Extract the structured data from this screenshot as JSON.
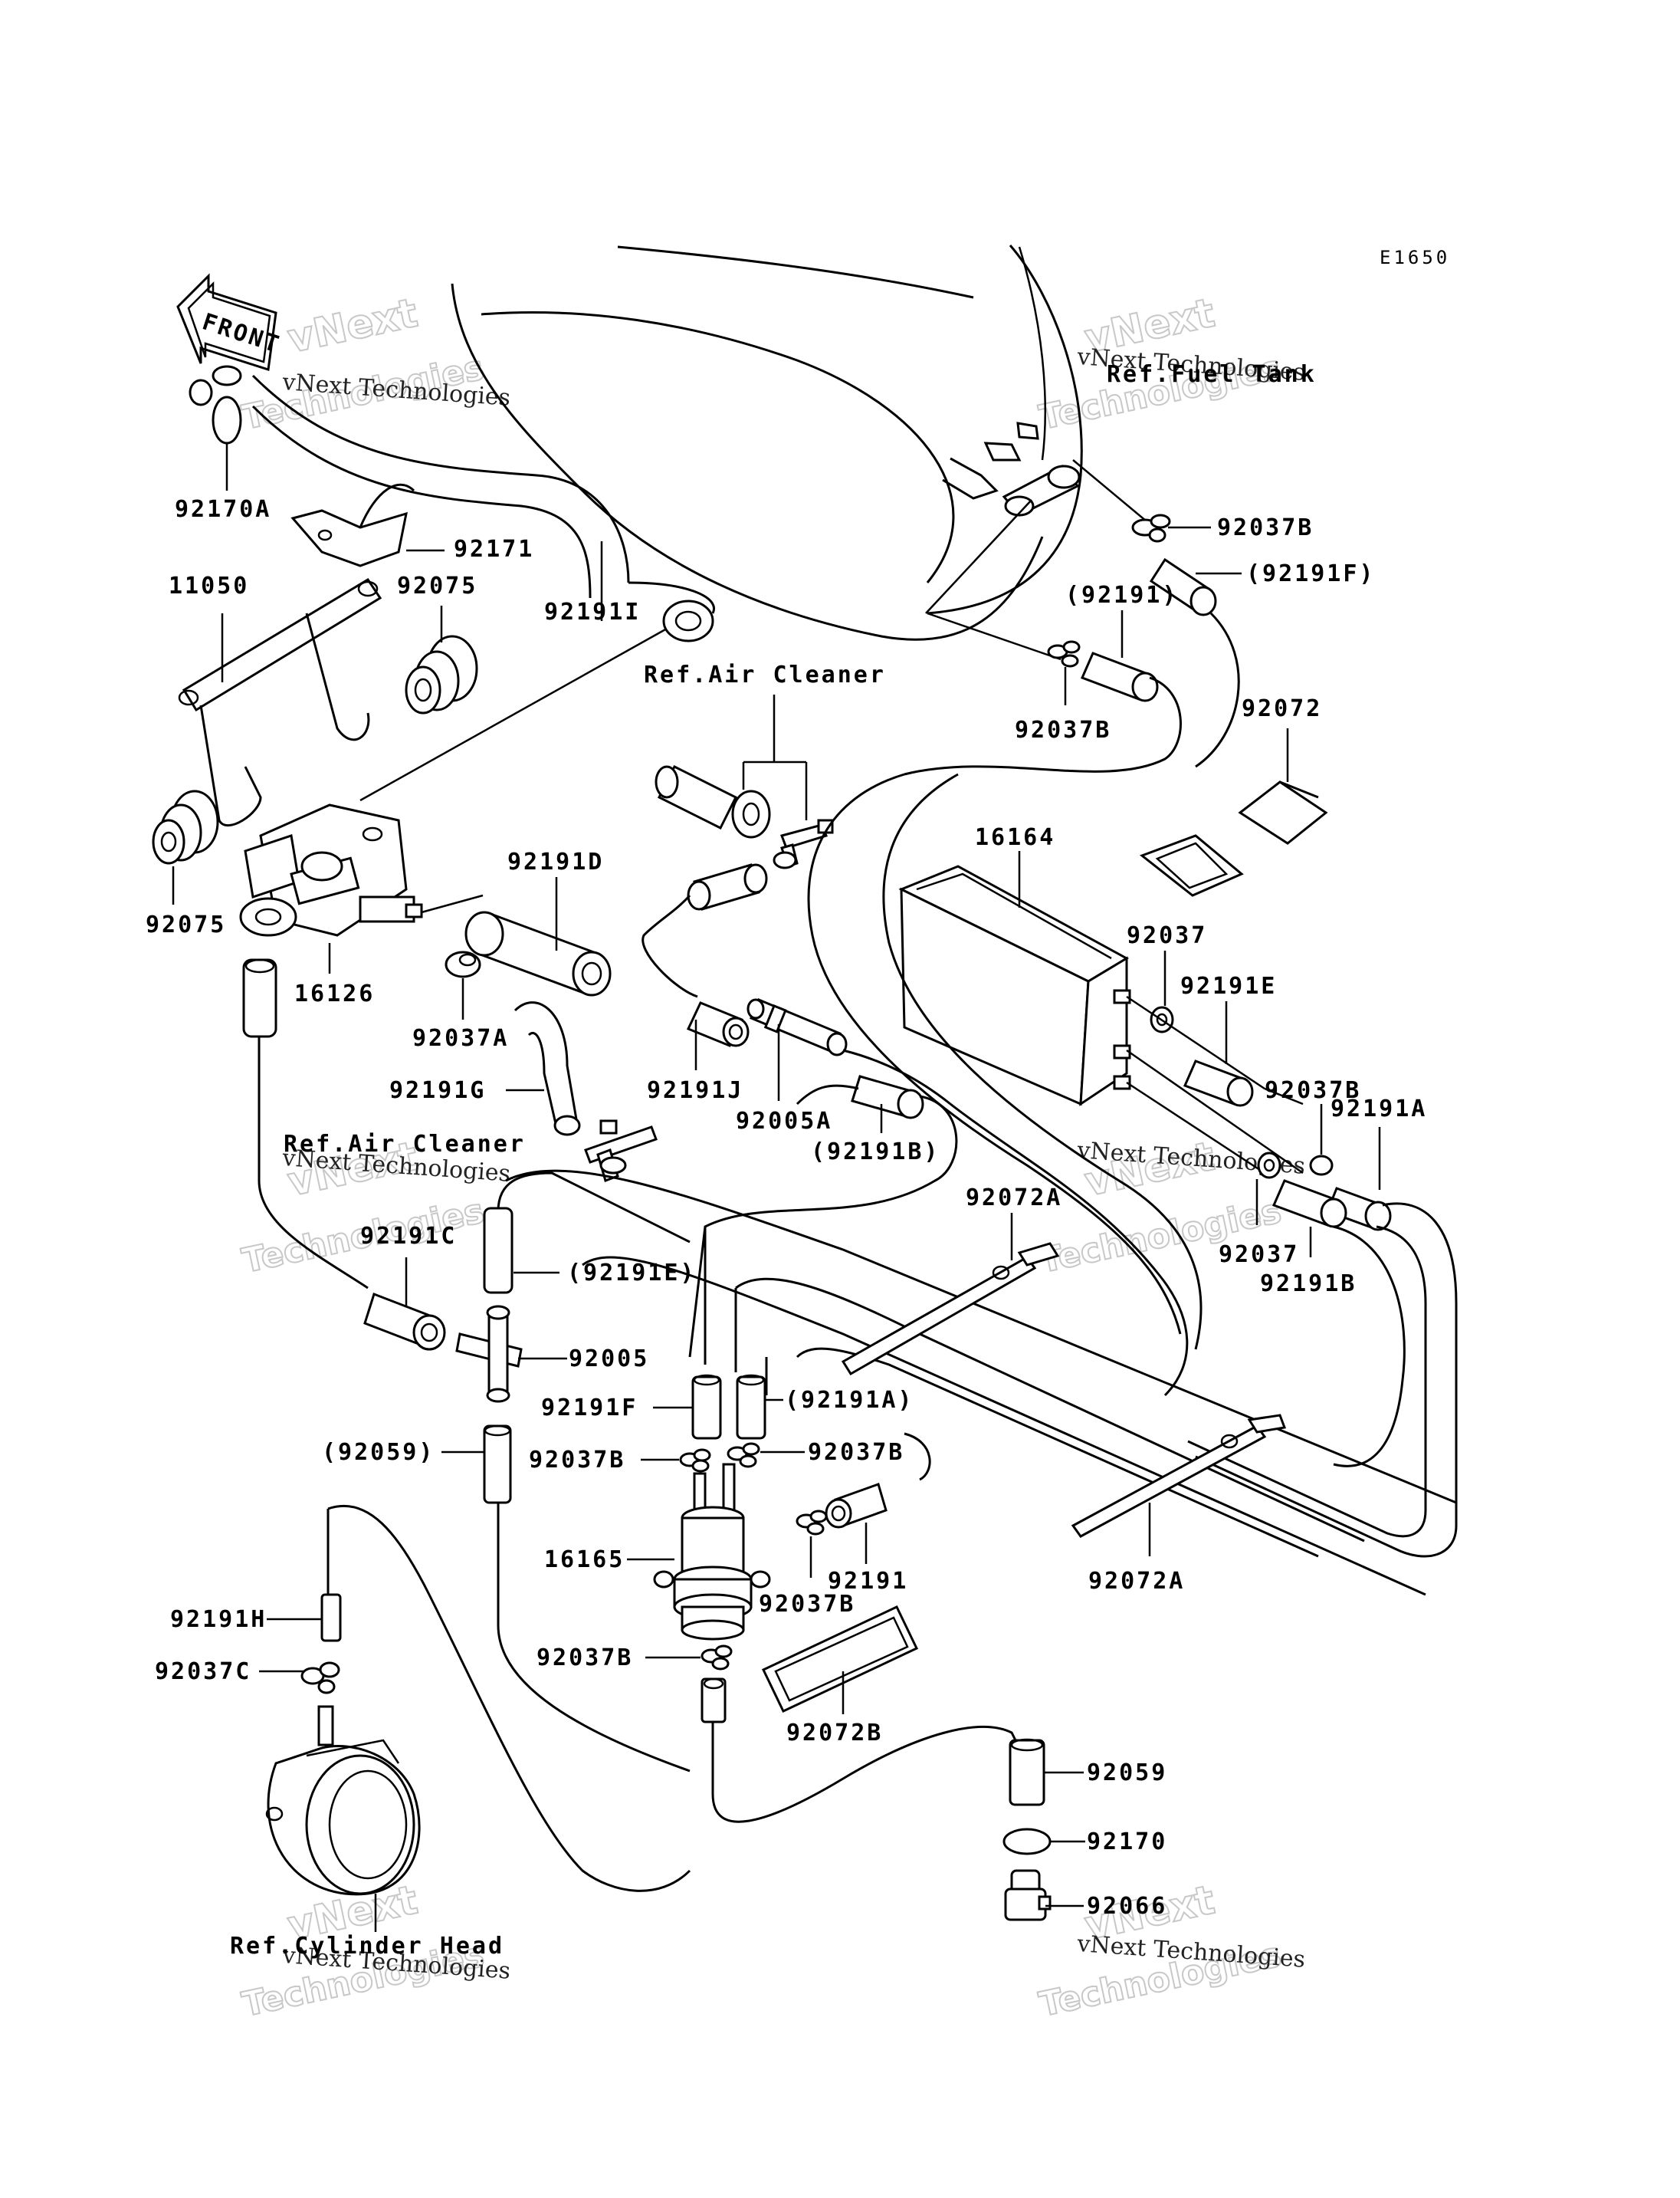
{
  "diagram_code": "E1650",
  "front_marker": "FRONT",
  "watermark": {
    "brand": "vNext",
    "word": "Technologies",
    "company": "vNext Technologies"
  },
  "references": {
    "fuel_tank": "Ref.Fuel Tank",
    "air_cleaner_top": "Ref.Air Cleaner",
    "air_cleaner_mid": "Ref.Air Cleaner",
    "cylinder_head": "Ref.Cylinder Head"
  },
  "parts": {
    "p92170A": "92170A",
    "p92171": "92171",
    "p11050": "11050",
    "p92075_top": "92075",
    "p92191I": "92191I",
    "p92075_left": "92075",
    "p16126": "16126",
    "p92191D": "92191D",
    "p92037A": "92037A",
    "p92191G": "92191G",
    "p92191C": "92191C",
    "p92191E_paren": "(92191E)",
    "p92005": "92005",
    "p92059_paren": "(92059)",
    "p92191H": "92191H",
    "p92037C": "92037C",
    "p92037B_1": "92037B",
    "p92191F_paren": "(92191F)",
    "p92191_paren": "(92191)",
    "p92037B_2": "92037B",
    "p92072": "92072",
    "p16164": "16164",
    "p92037_1": "92037",
    "p92191E": "92191E",
    "p92037B_3": "92037B",
    "p92191A": "92191A",
    "p92037_2": "92037",
    "p92191B": "92191B",
    "p92191J": "92191J",
    "p92005A": "92005A",
    "p92191B_paren": "(92191B)",
    "p92072A_1": "92072A",
    "p92191F": "92191F",
    "p92191A_paren": "(92191A)",
    "p92037B_4": "92037B",
    "p92037B_5": "92037B",
    "p16165": "16165",
    "p92191": "92191",
    "p92037B_6": "92037B",
    "p92037B_7": "92037B",
    "p92072B": "92072B",
    "p92072A_2": "92072A",
    "p92059": "92059",
    "p92170": "92170",
    "p92066": "92066"
  }
}
